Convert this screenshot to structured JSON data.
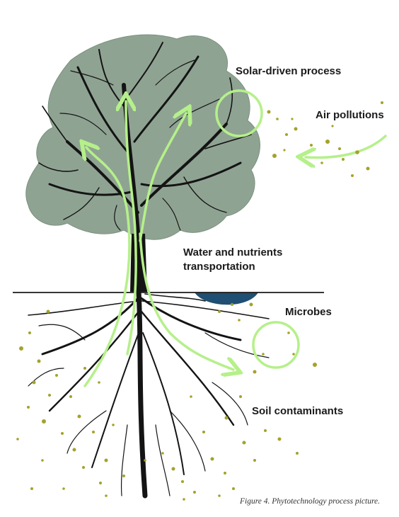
{
  "labels": {
    "solar": "Solar-driven process",
    "air": "Air pollutions",
    "water_line1": "Water and nutrients",
    "water_line2": "transportation",
    "microbes": "Microbes",
    "soil": "Soil contaminants"
  },
  "caption": "Figure 4. Phytotechnology process picture.",
  "colors": {
    "canopy": "#8fa392",
    "trunk": "#141414",
    "arrow": "#b5f08a",
    "circle": "#b5f08a",
    "particle": "#a3a32a",
    "water": "#1f4f72",
    "ground": "#1a1a1a"
  }
}
